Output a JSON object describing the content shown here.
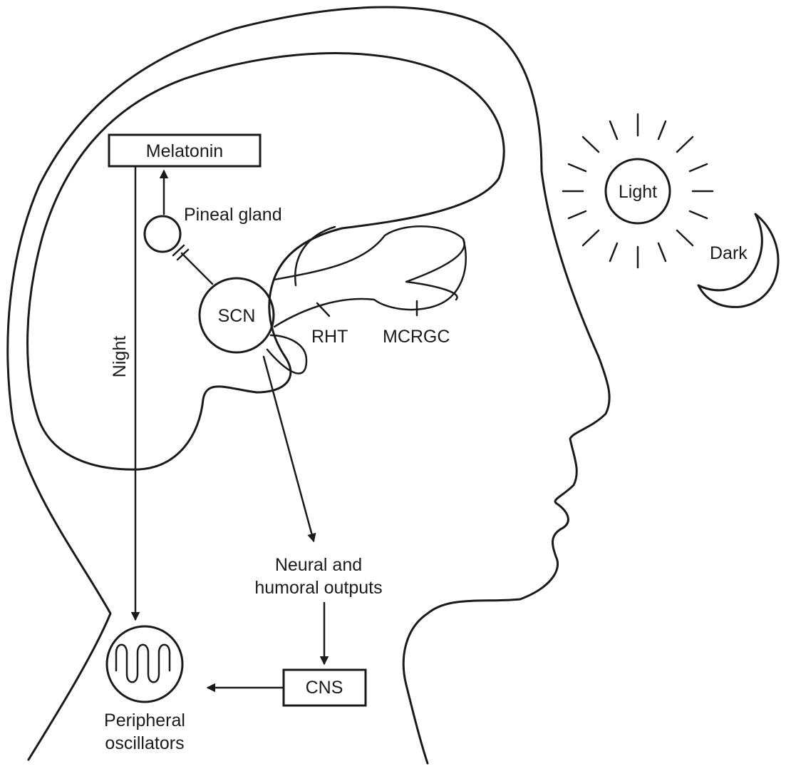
{
  "labels": {
    "melatonin": "Melatonin",
    "pineal_gland": "Pineal gland",
    "scn": "SCN",
    "rht": "RHT",
    "mcrgc": "MCRGC",
    "light": "Light",
    "dark": "Dark",
    "night": "Night",
    "neural_outputs_line1": "Neural and",
    "neural_outputs_line2": "humoral outputs",
    "cns": "CNS",
    "peripheral_line1": "Peripheral",
    "peripheral_line2": "oscillators"
  },
  "icons": {
    "sun": "sun-icon",
    "moon": "crescent-moon-icon",
    "oscillation": "oscillation-wave-icon"
  },
  "colors": {
    "ink": "#1a1a1a",
    "background": "#ffffff"
  }
}
